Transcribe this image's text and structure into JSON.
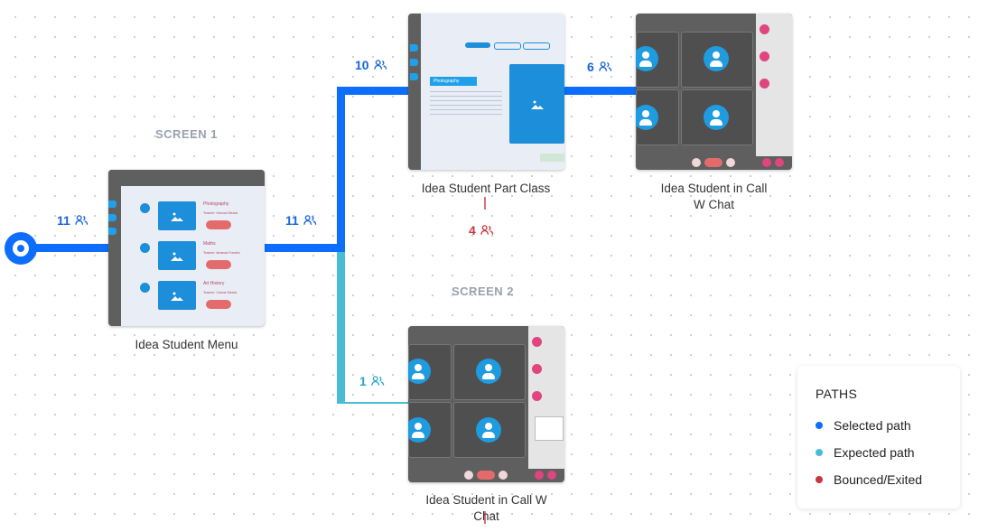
{
  "colors": {
    "selected": "#0d6efd",
    "expected": "#49bcd6",
    "bounced": "#c7373f"
  },
  "screens": {
    "screen1": "SCREEN 1",
    "screen2": "SCREEN 2"
  },
  "nodes": {
    "menu": {
      "title": "Idea Student Menu",
      "items": [
        {
          "heading": "Photography",
          "sub": "Teacher: Hannah Meads"
        },
        {
          "heading": "Maths",
          "sub": "Teacher: Amanda Franklin"
        },
        {
          "heading": "Art History",
          "sub": "Teacher: Caesar Meads"
        }
      ]
    },
    "part_class": {
      "title": "Idea Student Part Class",
      "chip": "Photography"
    },
    "call_top": {
      "title": "Idea Student in Call W Chat"
    },
    "call_bottom": {
      "title": "Idea Student in Call W Chat"
    }
  },
  "counts": {
    "entry": "11",
    "menu_out": "11",
    "to_part_class": "10",
    "to_call_top": "6",
    "bounced": "4",
    "to_call_bottom": "1"
  },
  "legend": {
    "title": "PATHS",
    "items": [
      {
        "label": "Selected path",
        "color": "#0d6efd"
      },
      {
        "label": "Expected path",
        "color": "#49bcd6"
      },
      {
        "label": "Bounced/Exited",
        "color": "#c7373f"
      }
    ]
  }
}
